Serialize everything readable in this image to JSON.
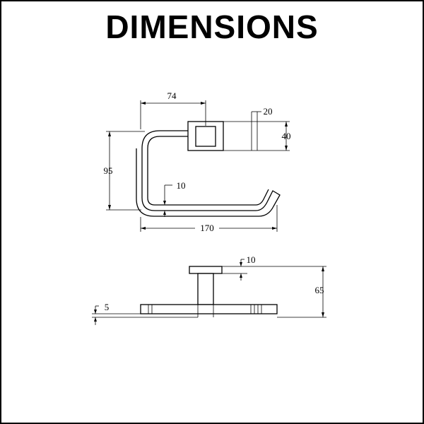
{
  "title": "DIMENSIONS",
  "dimensions": {
    "top_width": "74",
    "flange_thickness": "20",
    "flange_height": "40",
    "overall_height": "95",
    "rod_diameter": "10",
    "overall_length": "170",
    "side_flange_thickness": "10",
    "projection": "65",
    "base_thickness": "5"
  }
}
